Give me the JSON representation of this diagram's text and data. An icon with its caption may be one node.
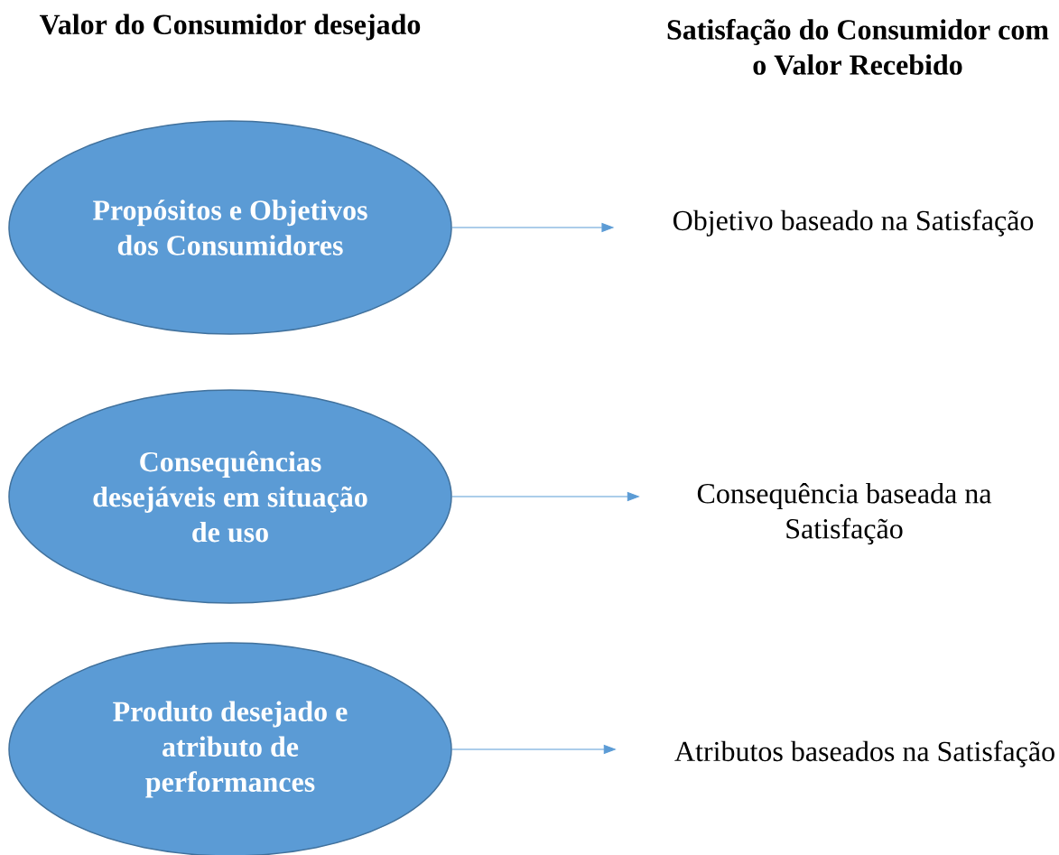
{
  "diagram": {
    "nodes": [
      {
        "text": [
          "Propósitos e Objetivos dos Consumidores"
        ]
      },
      {
        "text": [
          "Consequências desejáveis em situação de uso"
        ]
      },
      {
        "text": [
          "Produto desejado e atributo de performances"
        ]
      },
      {
        "text": [
          "Objetivo baseado na Satisfação"
        ]
      },
      {
        "text": [
          "Consequência baseada na Satisfação"
        ]
      },
      {
        "text": [
          "Atributos baseados na Satisfação"
        ]
      }
    ],
    "edges": [
      {
        "from": 0,
        "to": 3,
        "arrow": "to"
      },
      {
        "from": 1,
        "to": 4,
        "arrow": "to"
      },
      {
        "from": 2,
        "to": 5,
        "arrow": "to"
      }
    ],
    "labels": [
      "Valor do Consumidor desejado",
      "Satisfação do Consumidor com o Valor Recebido"
    ]
  }
}
